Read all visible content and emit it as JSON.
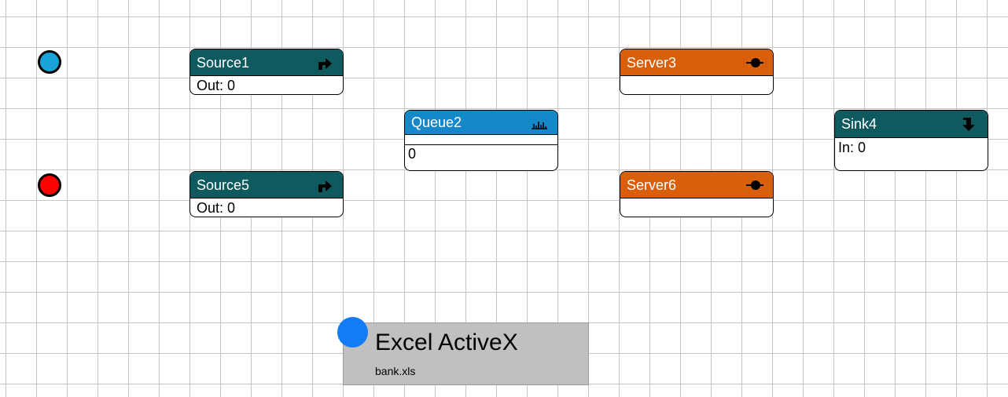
{
  "status_indicators": [
    {
      "id": "status-circle-cyan",
      "color": "#1aa3d6"
    },
    {
      "id": "status-circle-red",
      "color": "#ff0000"
    }
  ],
  "blocks": {
    "source1": {
      "title": "Source1",
      "body": "Out: 0",
      "color": "#0e5a5f",
      "icon": "source-arrow-icon"
    },
    "source5": {
      "title": "Source5",
      "body": "Out: 0",
      "color": "#0e5a5f",
      "icon": "source-arrow-icon"
    },
    "queue2": {
      "title": "Queue2",
      "body": "0",
      "color": "#1589c8",
      "icon": "queue-icon"
    },
    "server3": {
      "title": "Server3",
      "body": "",
      "color": "#d95f0b",
      "icon": "server-dot-icon"
    },
    "server6": {
      "title": "Server6",
      "body": "",
      "color": "#d95f0b",
      "icon": "server-dot-icon"
    },
    "sink4": {
      "title": "Sink4",
      "body": "In: 0",
      "color": "#0e5a5f",
      "icon": "sink-arrow-icon"
    }
  },
  "excel": {
    "title": "Excel ActiveX",
    "file": "bank.xls",
    "dot_color": "#137bf5",
    "background": "#c0c0c0"
  },
  "grid": {
    "line_color": "#c6c6c6"
  }
}
